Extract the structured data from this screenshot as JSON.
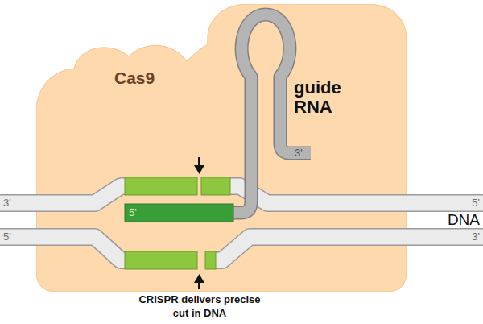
{
  "diagram": {
    "nodes": [
      {
        "text": [
          "Cas9"
        ]
      }
    ],
    "labels": [
      "guide RNA",
      "3'",
      "3'",
      "5'",
      "5'",
      "DNA",
      "5'",
      "3'",
      "CRISPR delivers precise cut in DNA"
    ]
  }
}
